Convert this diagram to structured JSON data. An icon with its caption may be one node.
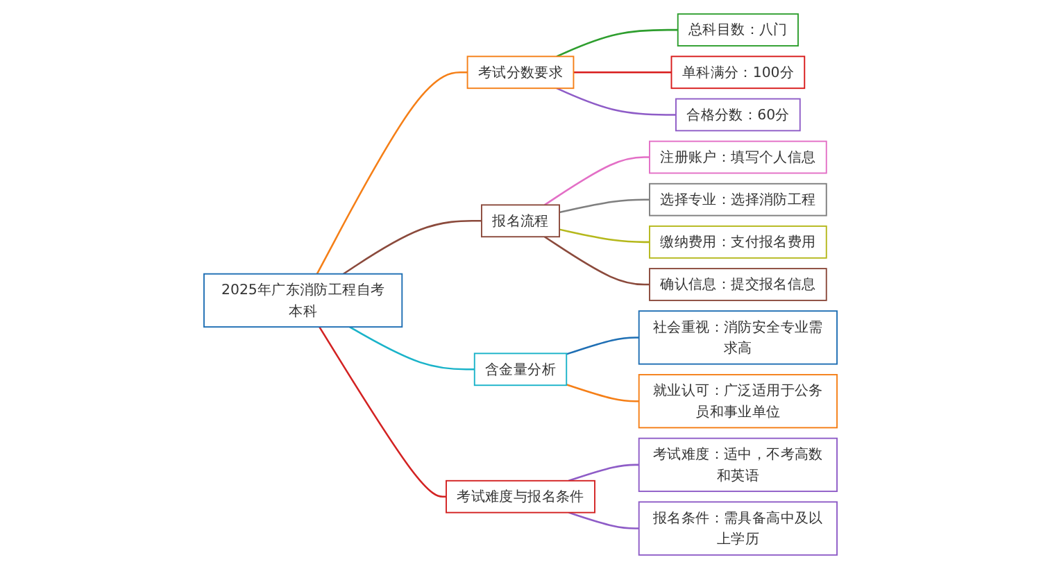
{
  "diagram": {
    "nodes": [
      {
        "text": [
          "2025年广东消防工程自考本科"
        ]
      },
      {
        "text": [
          "考试分数要求"
        ]
      },
      {
        "text": [
          "总科目数：八门"
        ]
      },
      {
        "text": [
          "单科满分：100分"
        ]
      },
      {
        "text": [
          "合格分数：60分"
        ]
      },
      {
        "text": [
          "报名流程"
        ]
      },
      {
        "text": [
          "注册账户：填写个人信息"
        ]
      },
      {
        "text": [
          "选择专业：选择消防工程"
        ]
      },
      {
        "text": [
          "缴纳费用：支付报名费用"
        ]
      },
      {
        "text": [
          "确认信息：提交报名信息"
        ]
      },
      {
        "text": [
          "含金量分析"
        ]
      },
      {
        "text": [
          "社会重视：消防安全专业需求高"
        ]
      },
      {
        "text": [
          "就业认可：广泛适用于公务员和事业单位"
        ]
      },
      {
        "text": [
          "考试难度与报名条件"
        ]
      },
      {
        "text": [
          "考试难度：适中，不考高数和英语"
        ]
      },
      {
        "text": [
          "报名条件：需具备高中及以上学历"
        ]
      }
    ],
    "edges": [
      {
        "from": 0,
        "to": 1,
        "arrow": "none",
        "color": "#f57f17"
      },
      {
        "from": 1,
        "to": 2,
        "arrow": "none",
        "color": "#2e9e2e"
      },
      {
        "from": 1,
        "to": 3,
        "arrow": "none",
        "color": "#d81b1b"
      },
      {
        "from": 1,
        "to": 4,
        "arrow": "none",
        "color": "#8e5cc7"
      },
      {
        "from": 0,
        "to": 5,
        "arrow": "none",
        "color": "#8b4a3c"
      },
      {
        "from": 5,
        "to": 6,
        "arrow": "none",
        "color": "#e36fc6"
      },
      {
        "from": 5,
        "to": 7,
        "arrow": "none",
        "color": "#7f7f7f"
      },
      {
        "from": 5,
        "to": 8,
        "arrow": "none",
        "color": "#b5b81c"
      },
      {
        "from": 5,
        "to": 9,
        "arrow": "none",
        "color": "#8b4a3c"
      },
      {
        "from": 0,
        "to": 10,
        "arrow": "none",
        "color": "#1ab3c9"
      },
      {
        "from": 10,
        "to": 11,
        "arrow": "none",
        "color": "#1f6fb4"
      },
      {
        "from": 10,
        "to": 12,
        "arrow": "none",
        "color": "#f57f17"
      },
      {
        "from": 0,
        "to": 13,
        "arrow": "none",
        "color": "#d32222"
      },
      {
        "from": 13,
        "to": 14,
        "arrow": "none",
        "color": "#8e5cc7"
      },
      {
        "from": 13,
        "to": 15,
        "arrow": "none",
        "color": "#8e5cc7"
      }
    ]
  }
}
